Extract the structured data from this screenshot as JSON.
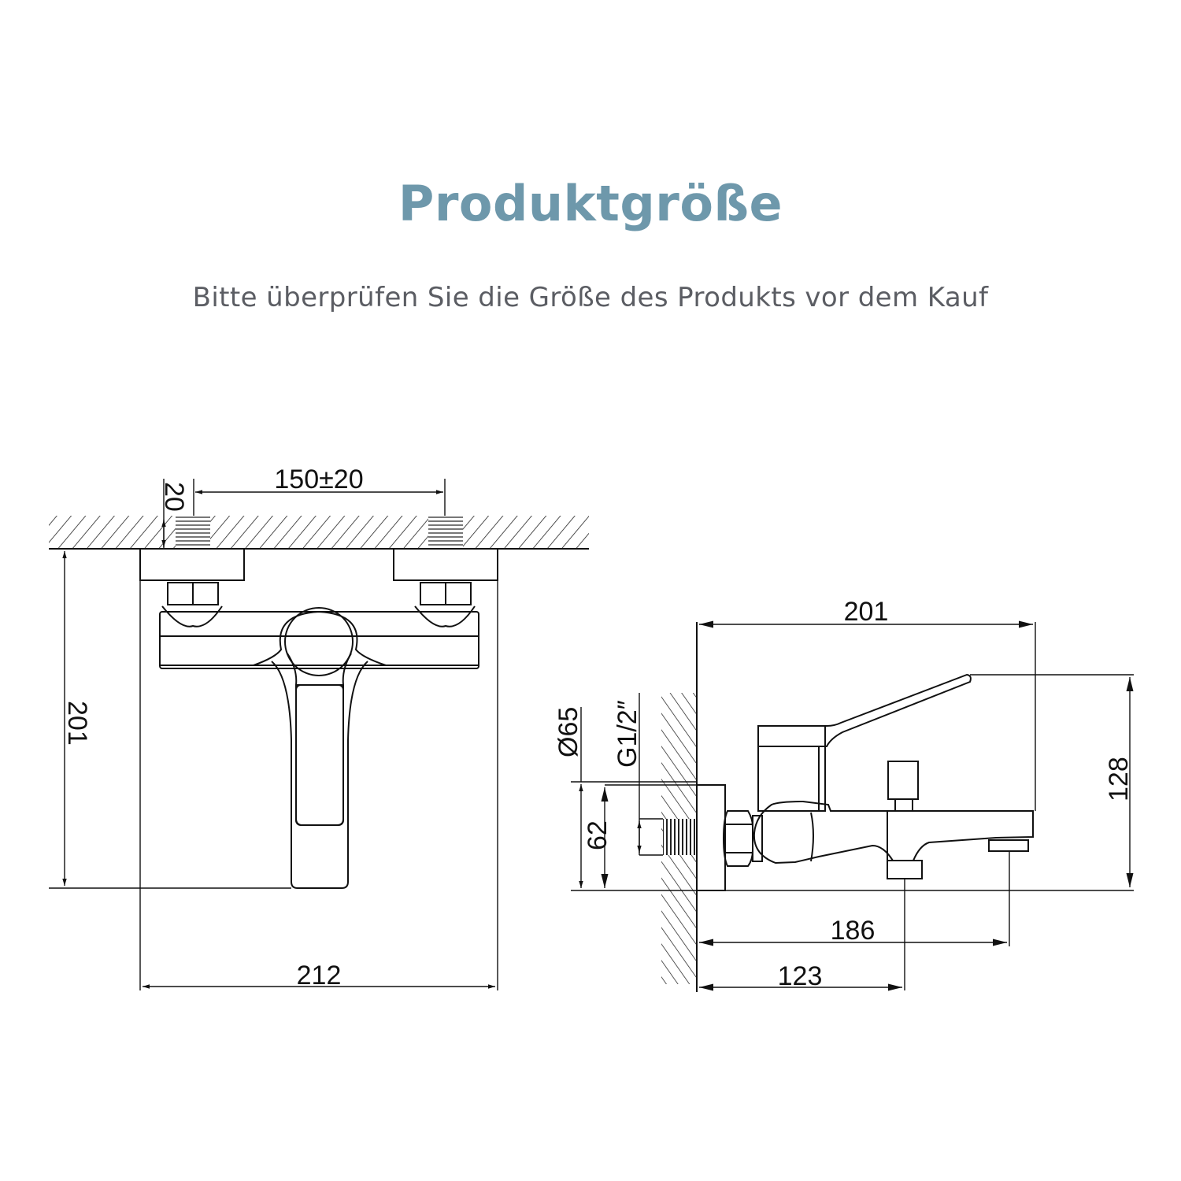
{
  "header": {
    "title": "Produktgröße",
    "subtitle": "Bitte überprüfen Sie die Größe des Produkts vor dem Kauf",
    "title_color": "#6e98ab",
    "subtitle_color": "#5b5d63"
  },
  "front_view": {
    "dimensions": {
      "inlet_spacing": "150±20",
      "thread_depth": "20",
      "height": "201",
      "width": "212"
    }
  },
  "side_view": {
    "dimensions": {
      "depth_overall": "201",
      "height": "128",
      "flange_diameter": "Ø65",
      "thread": "G1/2″",
      "flange_offset": "62",
      "spout_outlet": "186",
      "diverter_offset": "123"
    }
  }
}
